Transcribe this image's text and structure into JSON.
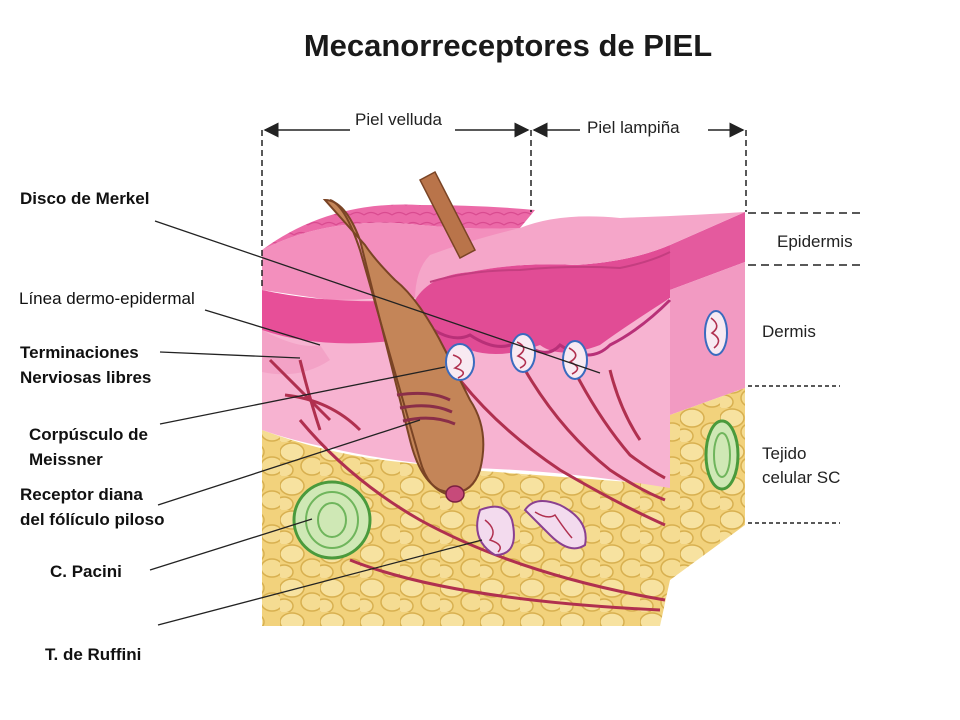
{
  "title": "Mecanorreceptores de PIEL",
  "skin_types": {
    "hairy": "Piel velluda",
    "glabrous": "Piel lampiña"
  },
  "layers": {
    "epidermis": "Epidermis",
    "dermis": "Dermis",
    "subcutaneous_line1": "Tejido",
    "subcutaneous_line2": "celular SC"
  },
  "labels": {
    "merkel": "Disco de Merkel",
    "dermo_epidermal": "Línea dermo-epidermal",
    "free_endings_line1": "Terminaciones",
    "free_endings_line2": "Nerviosas libres",
    "meissner_line1": "Corpúsculo de",
    "meissner_line2": "Meissner",
    "follicle_line1": "Receptor diana",
    "follicle_line2": "del fólículo piloso",
    "pacini": "C. Pacini",
    "ruffini": "T. de Ruffini"
  },
  "colors": {
    "epidermis": "#e94f9c",
    "dermis": "#f5a5c8",
    "fat": "#f2d27c",
    "hair": "#b9744a",
    "nerve": "#b0304f"
  }
}
